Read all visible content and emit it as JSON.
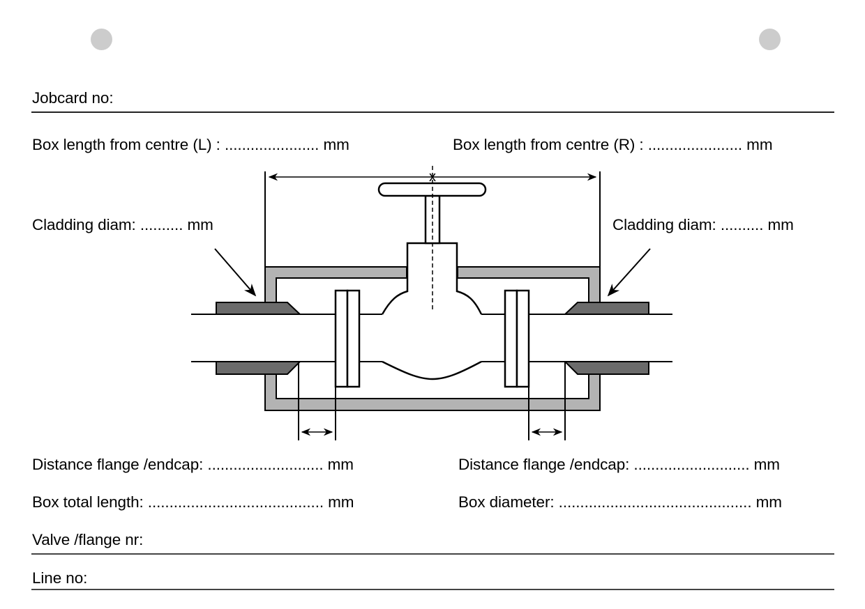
{
  "colors": {
    "punch_hole": "#cccccc",
    "box_fill": "#b3b3b3",
    "cladding_fill": "#6b6b6b",
    "line": "#000000"
  },
  "header": {
    "jobcard_label": "Jobcard no:"
  },
  "fields": {
    "box_length_left": "Box length from centre (L) : ...................... mm",
    "box_length_right": "Box length from centre (R) : ...................... mm",
    "cladding_diam_left": "Cladding diam: .......... mm",
    "cladding_diam_right": "Cladding diam: .......... mm",
    "distance_flange_left": "Distance flange /endcap: ........................... mm",
    "distance_flange_right": "Distance flange /endcap: ........................... mm",
    "box_total_length": "Box total length: ......................................... mm",
    "box_diameter": "Box diameter: ............................................. mm"
  },
  "footer": {
    "valve_flange_label": "Valve /flange nr:",
    "line_no_label": "Line no:"
  },
  "diagram": {
    "centre_marker": "x",
    "description": "Valve insulation box with flanges, cladding and dimension arrows"
  }
}
